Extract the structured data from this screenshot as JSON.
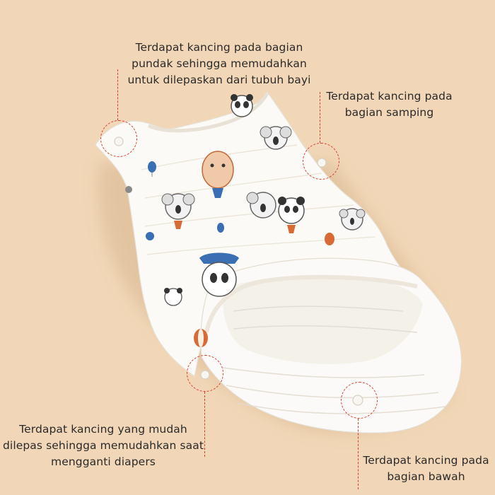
{
  "captions": {
    "shoulder": {
      "line1": "Terdapat kancing pada bagian",
      "line2": "pundak sehingga memudahkan",
      "line3": "untuk dilepaskan dari tubuh bayi"
    },
    "side": {
      "line1": "Terdapat kancing pada",
      "line2": "bagian samping"
    },
    "diaper": {
      "line1": "Terdapat kancing yang mudah",
      "line2": "dilepas sehingga memudahkan saat",
      "line3": "mengganti diapers"
    },
    "bottom": {
      "line1": "Terdapat kancing pada",
      "line2": "bagian bawah"
    }
  },
  "colors": {
    "background": "#f1d7b7",
    "marker": "#d9412f",
    "fabric": "#fbfaf6"
  }
}
